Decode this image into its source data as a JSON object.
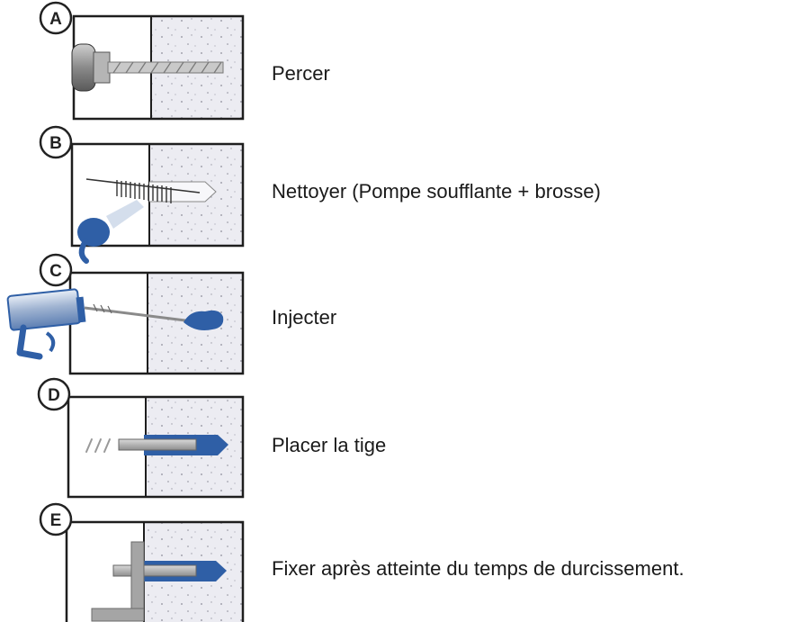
{
  "steps": [
    {
      "letter": "A",
      "label": "Percer"
    },
    {
      "letter": "B",
      "label": "Nettoyer (Pompe soufflante + brosse)"
    },
    {
      "letter": "C",
      "label": "Injecter"
    },
    {
      "letter": "D",
      "label": "Placer la tige"
    },
    {
      "letter": "E",
      "label": "Fixer après atteinte du temps de durcissement."
    }
  ],
  "colors": {
    "concrete": "#ececf2",
    "frame": "#1e1e1e",
    "resin_blue": "#2f5fa6",
    "metal_gray": "#9aa0a6",
    "background": "#ffffff"
  }
}
